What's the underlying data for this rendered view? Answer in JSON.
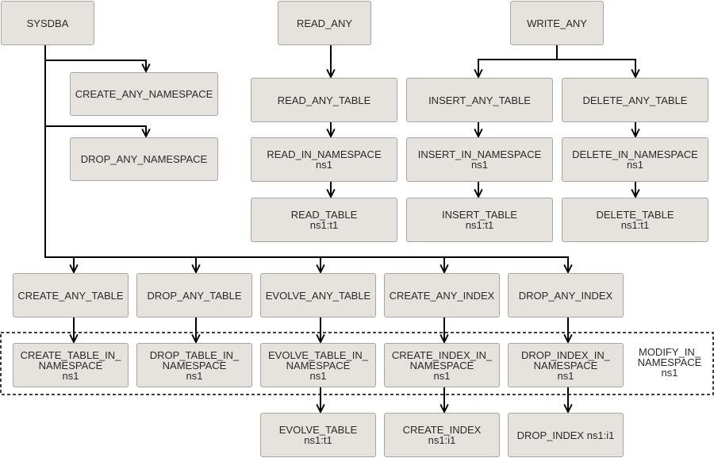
{
  "colors": {
    "node_fill": "#e6e3de",
    "node_border": "#a9a6a0",
    "edge": "#000000",
    "text": "#2a2a2a"
  },
  "nodes": {
    "sysdba": {
      "lines": [
        "SYSDBA"
      ]
    },
    "read_any": {
      "lines": [
        "READ_ANY"
      ]
    },
    "write_any": {
      "lines": [
        "WRITE_ANY"
      ]
    },
    "create_any_namespace": {
      "lines": [
        "CREATE_ANY_NAMESPACE"
      ]
    },
    "drop_any_namespace": {
      "lines": [
        "DROP_ANY_NAMESPACE"
      ]
    },
    "read_any_table": {
      "lines": [
        "READ_ANY_TABLE"
      ]
    },
    "read_in_namespace": {
      "lines": [
        "READ_IN_NAMESPACE",
        "ns1"
      ]
    },
    "read_table": {
      "lines": [
        "READ_TABLE",
        "ns1:t1"
      ]
    },
    "insert_any_table": {
      "lines": [
        "INSERT_ANY_TABLE"
      ]
    },
    "insert_in_namespace": {
      "lines": [
        "INSERT_IN_NAMESPACE",
        "ns1"
      ]
    },
    "insert_table": {
      "lines": [
        "INSERT_TABLE",
        "ns1:t1"
      ]
    },
    "delete_any_table": {
      "lines": [
        "DELETE_ANY_TABLE"
      ]
    },
    "delete_in_namespace": {
      "lines": [
        "DELETE_IN_NAMESPACE",
        "ns1"
      ]
    },
    "delete_table": {
      "lines": [
        "DELETE_TABLE",
        "ns1:t1"
      ]
    },
    "create_any_table": {
      "lines": [
        "CREATE_ANY_TABLE"
      ]
    },
    "drop_any_table": {
      "lines": [
        "DROP_ANY_TABLE"
      ]
    },
    "evolve_any_table": {
      "lines": [
        "EVOLVE_ANY_TABLE"
      ]
    },
    "create_any_index": {
      "lines": [
        "CREATE_ANY_INDEX"
      ]
    },
    "drop_any_index": {
      "lines": [
        "DROP_ANY_INDEX"
      ]
    },
    "create_table_in_namespace": {
      "lines": [
        "CREATE_TABLE_IN_",
        "NAMESPACE",
        "ns1"
      ]
    },
    "drop_table_in_namespace": {
      "lines": [
        "DROP_TABLE_IN_",
        "NAMESPACE",
        "ns1"
      ]
    },
    "evolve_table_in_namespace": {
      "lines": [
        "EVOLVE_TABLE_IN_",
        "NAMESPACE",
        "ns1"
      ]
    },
    "create_index_in_namespace": {
      "lines": [
        "CREATE_INDEX_IN_",
        "NAMESPACE",
        "ns1"
      ]
    },
    "drop_index_in_namespace": {
      "lines": [
        "DROP_INDEX_IN_",
        "NAMESPACE",
        "ns1"
      ]
    },
    "evolve_table": {
      "lines": [
        "EVOLVE_TABLE",
        "ns1:t1"
      ]
    },
    "create_index": {
      "lines": [
        "CREATE_INDEX",
        "ns1:i1"
      ]
    },
    "drop_index": {
      "lines": [
        "DROP_INDEX ns1:i1"
      ]
    }
  },
  "group": {
    "lines": [
      "MODIFY_IN_",
      "NAMESPACE",
      "ns1"
    ]
  }
}
